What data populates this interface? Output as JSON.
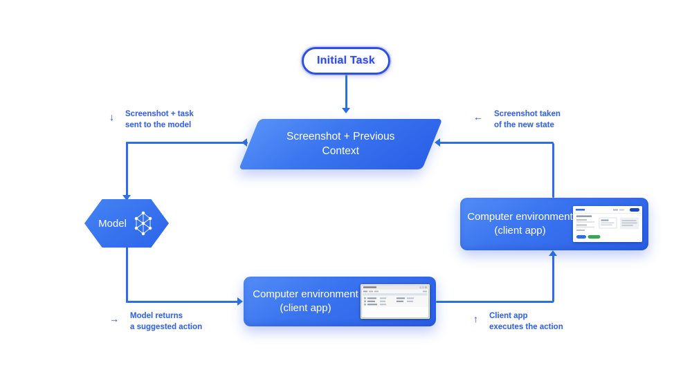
{
  "diagram": {
    "title_semantics": "computer-use agent loop",
    "initial_task": {
      "label": "Initial Task"
    },
    "context": {
      "line1": "Screenshot + Previous",
      "line2": "Context"
    },
    "model": {
      "label": "Model"
    },
    "env_right": {
      "line1": "Computer environment",
      "line2": "(client app)"
    },
    "env_bottom": {
      "line1": "Computer environment",
      "line2": "(client app)"
    },
    "steps": {
      "top_left": {
        "arrow_icon": "↓",
        "line1": "Screenshot + task",
        "line2": "sent to the model"
      },
      "bottom_left": {
        "arrow_icon": "→",
        "line1": "Model returns",
        "line2": "a suggested action"
      },
      "bottom_right": {
        "arrow_icon": "↑",
        "line1": "Client app",
        "line2": "executes the action"
      },
      "top_right": {
        "arrow_icon": "←",
        "line1": "Screenshot taken",
        "line2": "of the new state"
      }
    },
    "colors": {
      "primary_blue": "#2b6fe8",
      "gradient_light": "#528cf6",
      "gradient_dark": "#2a5fe8",
      "pill_outline": "#2d4fe2",
      "step_label_text": "#3566e2",
      "node_text": "#ffffff",
      "thumbnail_success_green": "#34a853",
      "thumbnail_button_blue": "#1a44c8"
    }
  }
}
